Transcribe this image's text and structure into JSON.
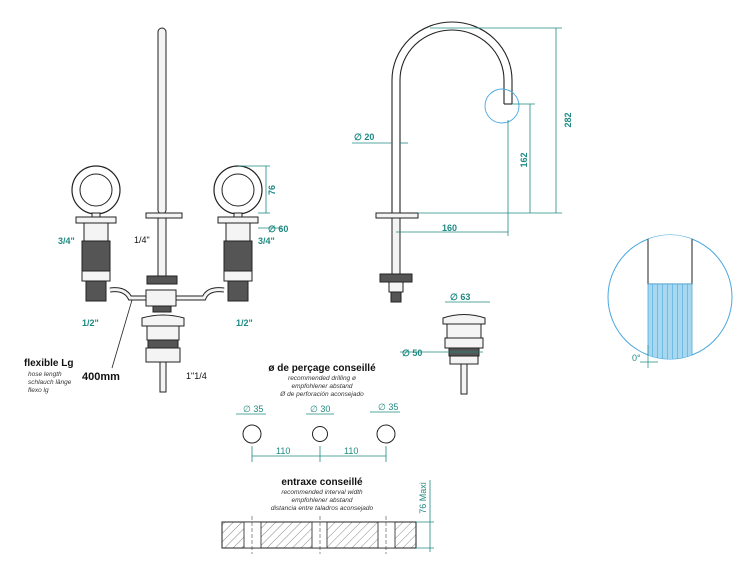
{
  "left_view": {
    "handle_thread": "3/4\"",
    "handle_thread_right": "3/4\"",
    "spout_thread": "1/4\"",
    "inlet_left": "1/2\"",
    "inlet_right": "1/2\"",
    "handle_height": "76",
    "rosette_dia": "∅ 60",
    "waste": "1\"1/4",
    "hose_title": "flexible Lg",
    "hose_translations": [
      "hose length",
      "schlauch länge",
      "flexo lg"
    ],
    "hose_length": "400mm"
  },
  "right_view": {
    "spout_dia": "∅ 20",
    "height_total": "282",
    "height_outlet": "162",
    "reach": "160",
    "waste_top_dia": "∅ 63",
    "waste_dia": "∅ 50"
  },
  "drilling": {
    "title": "ø de perçage conseillé",
    "translations": [
      "recommended drilling ø",
      "empfohlener abstand",
      "Ø de perforación aconsejado"
    ],
    "hole_left": "∅ 35",
    "hole_mid": "∅ 30",
    "hole_right": "∅ 35",
    "spacing_left": "110",
    "spacing_right": "110"
  },
  "interval": {
    "title": "entraxe conseillé",
    "translations": [
      "recommended interval width",
      "empfohlener abstand",
      "distancia entre taladros aconsejado"
    ],
    "max": "76 Maxi"
  },
  "detail": {
    "angle": "0°"
  },
  "colors": {
    "dimension": "#1f8a82",
    "detail_fill": "#a8d8f0",
    "detail_stroke": "#4aa8e0"
  }
}
